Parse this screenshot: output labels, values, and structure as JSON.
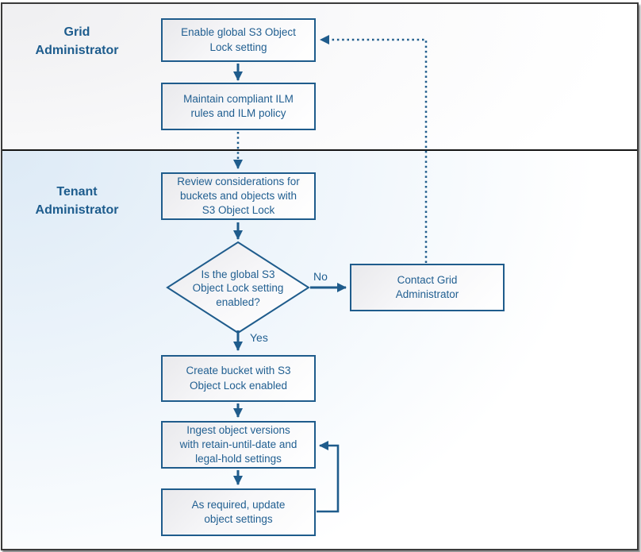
{
  "colors": {
    "accent_blue": "#1f5c8c",
    "node_text_blue": "#215f91",
    "frame_border": "#3a3a3a",
    "lane_divider": "#151515",
    "grid_lane_tint": "#efeff1",
    "tenant_lane_tint": "#ddeaf6"
  },
  "lanes": [
    {
      "label": "Grid\nAdministrator"
    },
    {
      "label": "Tenant\nAdministrator"
    }
  ],
  "nodes": {
    "enable": {
      "label": "Enable global S3 Object\nLock setting"
    },
    "maintain": {
      "label": "Maintain compliant ILM\nrules and ILM policy"
    },
    "review": {
      "label": "Review considerations for\nbuckets and objects with\nS3 Object Lock"
    },
    "decision": {
      "label": "Is the global S3\nObject Lock setting\nenabled?"
    },
    "contact": {
      "label": "Contact Grid\nAdministrator"
    },
    "create": {
      "label": "Create bucket with S3\nObject Lock enabled"
    },
    "ingest": {
      "label": "Ingest object versions\nwith retain-until-date and\nlegal-hold settings"
    },
    "update": {
      "label": "As required, update\nobject settings"
    }
  },
  "edge_labels": {
    "no": "No",
    "yes": "Yes"
  }
}
